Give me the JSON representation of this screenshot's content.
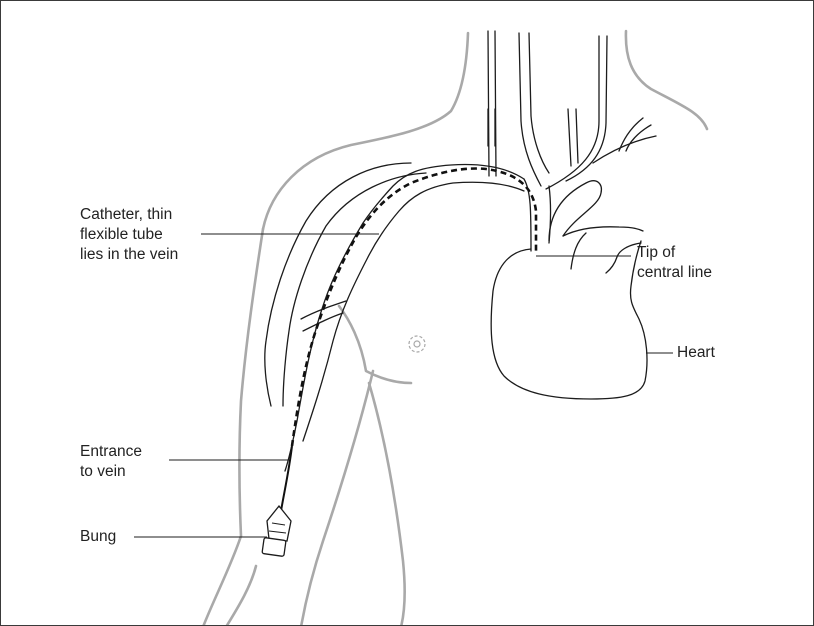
{
  "labels": {
    "catheter": [
      "Catheter, thin",
      "flexible tube",
      "lies in the vein"
    ],
    "tip": [
      "Tip of",
      "central line"
    ],
    "heart": "Heart",
    "entrance": [
      "Entrance",
      "to vein"
    ],
    "bung": "Bung"
  },
  "colors": {
    "outline": "#a9a9a9",
    "vessels": "#1c1c1c",
    "text": "#222222",
    "frame": "#3a3a3a"
  }
}
